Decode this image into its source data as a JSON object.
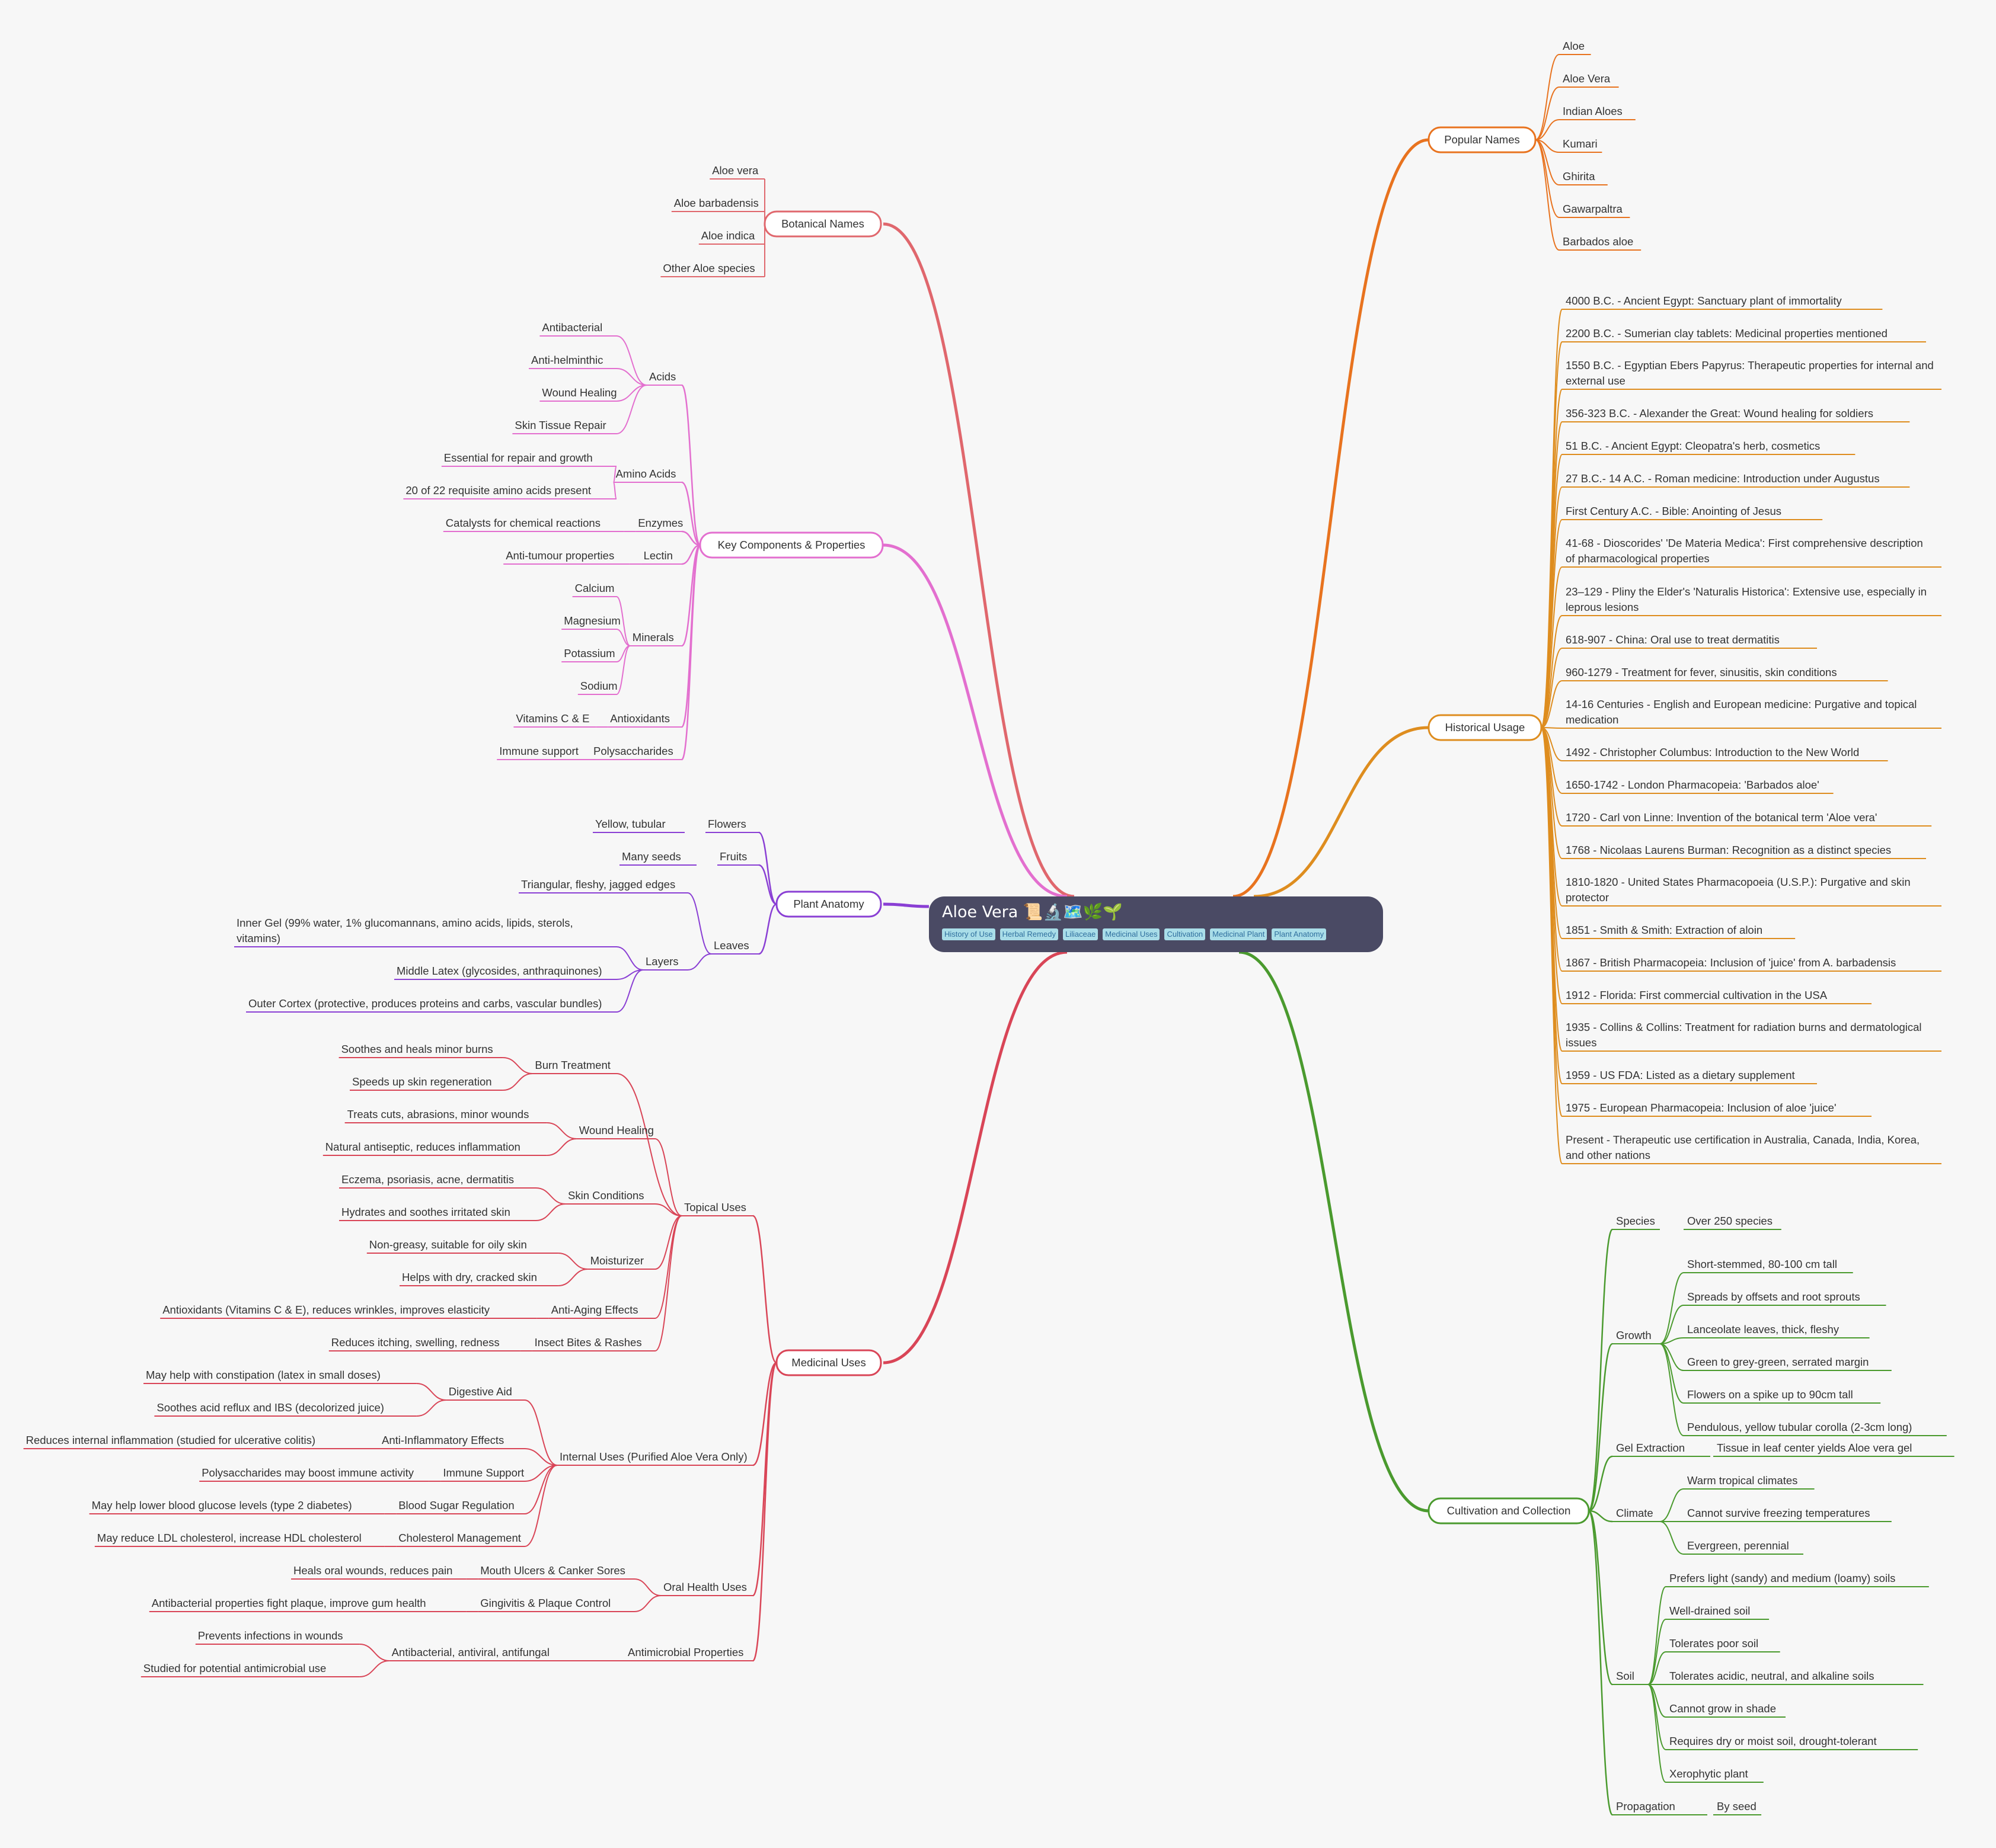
{
  "root": {
    "title": "Aloe Vera 📜🔬🗺️🌿🌱",
    "tags": [
      "History of Use",
      "Herbal Remedy",
      "Liliaceae",
      "Medicinal Uses",
      "Cultivation",
      "Medicinal Plant",
      "Plant Anatomy"
    ]
  },
  "colors": {
    "botanical": "#e0676d",
    "components": "#e36fcf",
    "anatomy": "#8a3fd4",
    "medicinal": "#d94557",
    "popular": "#e8731f",
    "historical": "#de8d1f",
    "cultivation": "#4a9a2e",
    "root_bg": "#4a4a64",
    "background": "#f7f7f7"
  },
  "branches": {
    "botanical": {
      "label": "Botanical Names",
      "children": [
        {
          "label": "Aloe vera"
        },
        {
          "label": "Aloe barbadensis"
        },
        {
          "label": "Aloe indica"
        },
        {
          "label": "Other Aloe species"
        }
      ]
    },
    "components": {
      "label": "Key Components & Properties",
      "children": [
        {
          "label": "Acids",
          "children": [
            {
              "label": "Antibacterial"
            },
            {
              "label": "Anti-helminthic"
            },
            {
              "label": "Wound Healing"
            },
            {
              "label": "Skin Tissue Repair"
            }
          ]
        },
        {
          "label": "Amino Acids",
          "children": [
            {
              "label": "Essential for repair and growth"
            },
            {
              "label": "20 of 22 requisite amino acids present"
            }
          ]
        },
        {
          "label": "Enzymes",
          "children": [
            {
              "label": "Catalysts for chemical reactions"
            }
          ]
        },
        {
          "label": "Lectin",
          "children": [
            {
              "label": "Anti-tumour properties"
            }
          ]
        },
        {
          "label": "Minerals",
          "children": [
            {
              "label": "Calcium"
            },
            {
              "label": "Magnesium"
            },
            {
              "label": "Potassium"
            },
            {
              "label": "Sodium"
            }
          ]
        },
        {
          "label": "Antioxidants",
          "children": [
            {
              "label": "Vitamins C & E"
            }
          ]
        },
        {
          "label": "Polysaccharides",
          "children": [
            {
              "label": "Immune support"
            }
          ]
        }
      ]
    },
    "anatomy": {
      "label": "Plant Anatomy",
      "children": [
        {
          "label": "Flowers",
          "children": [
            {
              "label": "Yellow, tubular"
            }
          ]
        },
        {
          "label": "Fruits",
          "children": [
            {
              "label": "Many seeds"
            }
          ]
        },
        {
          "label": "Leaves",
          "children": [
            {
              "label": "Triangular, fleshy, jagged edges"
            },
            {
              "label": "Layers",
              "children": [
                {
                  "label": "Inner Gel (99% water, 1% glucomannans, amino acids, lipids, sterols,\nvitamins)"
                },
                {
                  "label": "Middle Latex (glycosides, anthraquinones)"
                },
                {
                  "label": "Outer Cortex (protective, produces proteins and carbs, vascular bundles)"
                }
              ]
            }
          ]
        }
      ]
    },
    "medicinal": {
      "label": "Medicinal Uses",
      "children": [
        {
          "label": "Topical Uses",
          "children": [
            {
              "label": "Burn Treatment",
              "children": [
                {
                  "label": "Soothes and heals minor burns"
                },
                {
                  "label": "Speeds up skin regeneration"
                }
              ]
            },
            {
              "label": "Wound Healing",
              "children": [
                {
                  "label": "Treats cuts, abrasions, minor wounds"
                },
                {
                  "label": "Natural antiseptic, reduces inflammation"
                }
              ]
            },
            {
              "label": "Skin Conditions",
              "children": [
                {
                  "label": "Eczema, psoriasis, acne, dermatitis"
                },
                {
                  "label": "Hydrates and soothes irritated skin"
                }
              ]
            },
            {
              "label": "Moisturizer",
              "children": [
                {
                  "label": "Non-greasy, suitable for oily skin"
                },
                {
                  "label": "Helps with dry, cracked skin"
                }
              ]
            },
            {
              "label": "Anti-Aging Effects",
              "children": [
                {
                  "label": "Antioxidants (Vitamins C & E), reduces wrinkles, improves elasticity"
                }
              ]
            },
            {
              "label": "Insect Bites & Rashes",
              "children": [
                {
                  "label": "Reduces itching, swelling, redness"
                }
              ]
            }
          ]
        },
        {
          "label": "Internal Uses (Purified Aloe Vera Only)",
          "children": [
            {
              "label": "Digestive Aid",
              "children": [
                {
                  "label": "May help with constipation (latex in small doses)"
                },
                {
                  "label": "Soothes acid reflux and IBS (decolorized juice)"
                }
              ]
            },
            {
              "label": "Anti-Inflammatory Effects",
              "children": [
                {
                  "label": "Reduces internal inflammation (studied for ulcerative colitis)"
                }
              ]
            },
            {
              "label": "Immune Support",
              "children": [
                {
                  "label": "Polysaccharides may boost immune activity"
                }
              ]
            },
            {
              "label": "Blood Sugar Regulation",
              "children": [
                {
                  "label": "May help lower blood glucose levels (type 2 diabetes)"
                }
              ]
            },
            {
              "label": "Cholesterol Management",
              "children": [
                {
                  "label": "May reduce LDL cholesterol, increase HDL cholesterol"
                }
              ]
            }
          ]
        },
        {
          "label": "Oral Health Uses",
          "children": [
            {
              "label": "Mouth Ulcers & Canker Sores",
              "children": [
                {
                  "label": "Heals oral wounds, reduces pain"
                }
              ]
            },
            {
              "label": "Gingivitis & Plaque Control",
              "children": [
                {
                  "label": "Antibacterial properties fight plaque, improve gum health"
                }
              ]
            }
          ]
        },
        {
          "label": "Antimicrobial Properties",
          "children": [
            {
              "label": "Antibacterial, antiviral, antifungal",
              "children": [
                {
                  "label": "Prevents infections in wounds"
                },
                {
                  "label": "Studied for potential antimicrobial use"
                }
              ]
            }
          ]
        }
      ]
    },
    "popular": {
      "label": "Popular Names",
      "children": [
        {
          "label": "Aloe"
        },
        {
          "label": "Aloe Vera"
        },
        {
          "label": "Indian Aloes"
        },
        {
          "label": "Kumari"
        },
        {
          "label": "Ghirita"
        },
        {
          "label": "Gawarpaltra"
        },
        {
          "label": "Barbados aloe"
        }
      ]
    },
    "historical": {
      "label": "Historical Usage",
      "children": [
        {
          "label": "4000 B.C. - Ancient Egypt: Sanctuary plant of immortality"
        },
        {
          "label": "2200 B.C. - Sumerian clay tablets: Medicinal properties mentioned"
        },
        {
          "label": "1550 B.C. - Egyptian Ebers Papyrus: Therapeutic properties for internal and\nexternal use"
        },
        {
          "label": "356-323 B.C. - Alexander the Great: Wound healing for soldiers"
        },
        {
          "label": "51 B.C. - Ancient Egypt: Cleopatra's herb, cosmetics"
        },
        {
          "label": "27 B.C.- 14 A.C. - Roman medicine: Introduction under Augustus"
        },
        {
          "label": "First Century A.C. - Bible: Anointing of Jesus"
        },
        {
          "label": "41-68 - Dioscorides' 'De Materia Medica': First comprehensive description\nof pharmacological properties"
        },
        {
          "label": "23–129 - Pliny the Elder's 'Naturalis Historica': Extensive use, especially in\nleprous lesions"
        },
        {
          "label": "618-907 - China: Oral use to treat dermatitis"
        },
        {
          "label": "960-1279 - Treatment for fever, sinusitis, skin conditions"
        },
        {
          "label": "14-16 Centuries - English and European medicine: Purgative and topical\nmedication"
        },
        {
          "label": "1492 - Christopher Columbus: Introduction to the New World"
        },
        {
          "label": "1650-1742 - London Pharmacopeia: 'Barbados aloe'"
        },
        {
          "label": "1720 - Carl von Linne: Invention of the botanical term 'Aloe vera'"
        },
        {
          "label": "1768 - Nicolaas Laurens Burman: Recognition as a distinct species"
        },
        {
          "label": "1810-1820 - United States Pharmacopoeia (U.S.P.): Purgative and skin\nprotector"
        },
        {
          "label": "1851 - Smith & Smith: Extraction of aloin"
        },
        {
          "label": "1867 - British Pharmacopeia: Inclusion of 'juice' from A. barbadensis"
        },
        {
          "label": "1912 - Florida: First commercial cultivation in the USA"
        },
        {
          "label": "1935 - Collins & Collins: Treatment for radiation burns and dermatological\nissues"
        },
        {
          "label": "1959 - US FDA: Listed as a dietary supplement"
        },
        {
          "label": "1975 - European Pharmacopeia: Inclusion of aloe 'juice'"
        },
        {
          "label": "Present - Therapeutic use certification in Australia, Canada, India, Korea,\nand other nations"
        }
      ]
    },
    "cultivation": {
      "label": "Cultivation and Collection",
      "children": [
        {
          "label": "Species",
          "children": [
            {
              "label": "Over 250 species"
            }
          ]
        },
        {
          "label": "Growth",
          "children": [
            {
              "label": "Short-stemmed, 80-100 cm tall"
            },
            {
              "label": "Spreads by offsets and root sprouts"
            },
            {
              "label": "Lanceolate leaves, thick, fleshy"
            },
            {
              "label": "Green to grey-green, serrated margin"
            },
            {
              "label": "Flowers on a spike up to 90cm tall"
            },
            {
              "label": "Pendulous, yellow tubular corolla (2-3cm long)"
            }
          ]
        },
        {
          "label": "Gel Extraction",
          "children": [
            {
              "label": "Tissue in leaf center yields Aloe vera gel"
            }
          ]
        },
        {
          "label": "Climate",
          "children": [
            {
              "label": "Warm tropical climates"
            },
            {
              "label": "Cannot survive freezing temperatures"
            },
            {
              "label": "Evergreen, perennial"
            }
          ]
        },
        {
          "label": "Soil",
          "children": [
            {
              "label": "Prefers light (sandy) and medium (loamy) soils"
            },
            {
              "label": "Well-drained soil"
            },
            {
              "label": "Tolerates poor soil"
            },
            {
              "label": "Tolerates acidic, neutral, and alkaline soils"
            },
            {
              "label": "Cannot grow in shade"
            },
            {
              "label": "Requires dry or moist soil, drought-tolerant"
            },
            {
              "label": "Xerophytic plant"
            }
          ]
        },
        {
          "label": "Propagation",
          "children": [
            {
              "label": "By seed"
            }
          ]
        }
      ]
    }
  }
}
